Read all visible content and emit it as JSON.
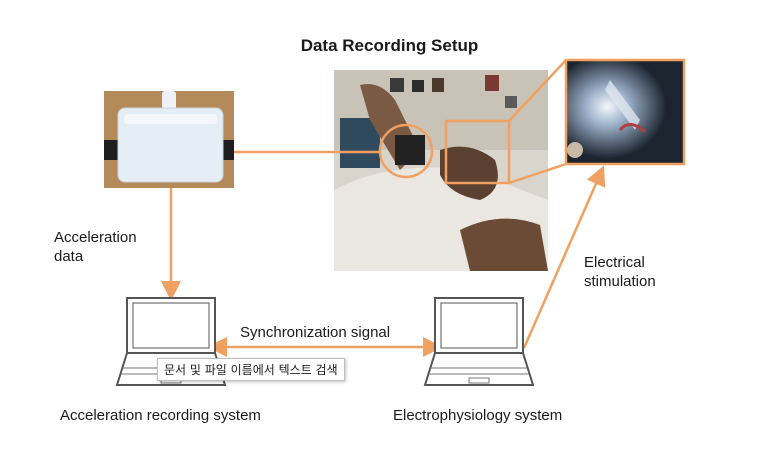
{
  "title": "Data Recording Setup",
  "labels": {
    "acceleration_data": [
      "Acceleration",
      "data"
    ],
    "sync_signal": "Synchronization signal",
    "electrical_stimulation": [
      "Electrical",
      "stimulation"
    ],
    "accel_system": "Acceleration recording system",
    "ephys_system": "Electrophysiology system"
  },
  "tooltip": "문서 및 파일 이름에서 텍스트 검색",
  "colors": {
    "arrow": "#f0a060",
    "laptop": "#555555"
  },
  "icons": [
    "sensor-device-image",
    "patient-photo",
    "surgery-photo",
    "laptop-icon"
  ]
}
